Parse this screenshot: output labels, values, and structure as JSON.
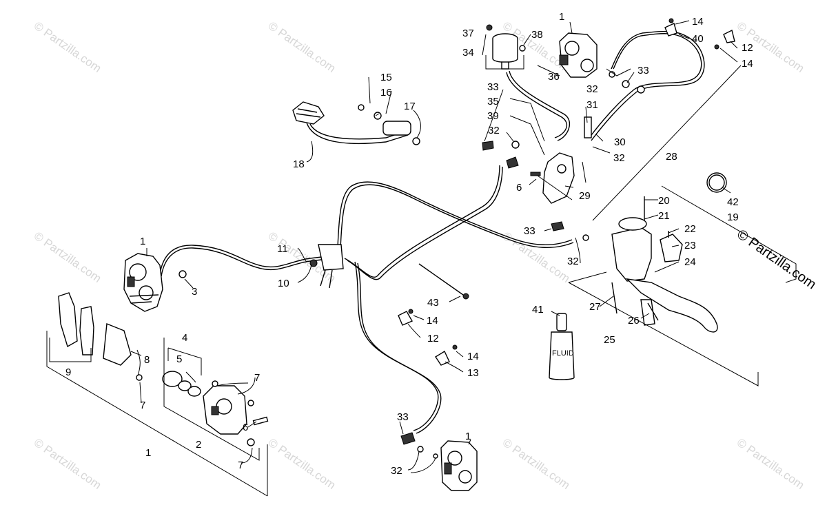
{
  "watermark": {
    "text": "© Partzilla.com"
  },
  "bottle_label": "FLUID",
  "labels": {
    "l1a": "1",
    "l1b": "1",
    "l1c": "1",
    "l1d": "1",
    "l2": "2",
    "l3": "3",
    "l4": "4",
    "l5": "5",
    "l6a": "6",
    "l6b": "6",
    "l7a": "7",
    "l7b": "7",
    "l7c": "7",
    "l8": "8",
    "l9": "9",
    "l10": "10",
    "l11": "11",
    "l12a": "12",
    "l12b": "12",
    "l13": "13",
    "l14a": "14",
    "l14b": "14",
    "l14c": "14",
    "l14d": "14",
    "l15": "15",
    "l16": "16",
    "l17": "17",
    "l18": "18",
    "l19": "19",
    "l20": "20",
    "l21": "21",
    "l22": "22",
    "l23": "23",
    "l24": "24",
    "l25": "25",
    "l26": "26",
    "l27": "27",
    "l28": "28",
    "l29": "29",
    "l30": "30",
    "l31": "31",
    "l32a": "32",
    "l32b": "32",
    "l32c": "32",
    "l32d": "32",
    "l32e": "32",
    "l33a": "33",
    "l33b": "33",
    "l33c": "33",
    "l33d": "33",
    "l34": "34",
    "l35": "35",
    "l36": "36",
    "l37": "37",
    "l38": "38",
    "l39": "39",
    "l40": "40",
    "l41": "41",
    "l42": "42",
    "l43": "43"
  }
}
